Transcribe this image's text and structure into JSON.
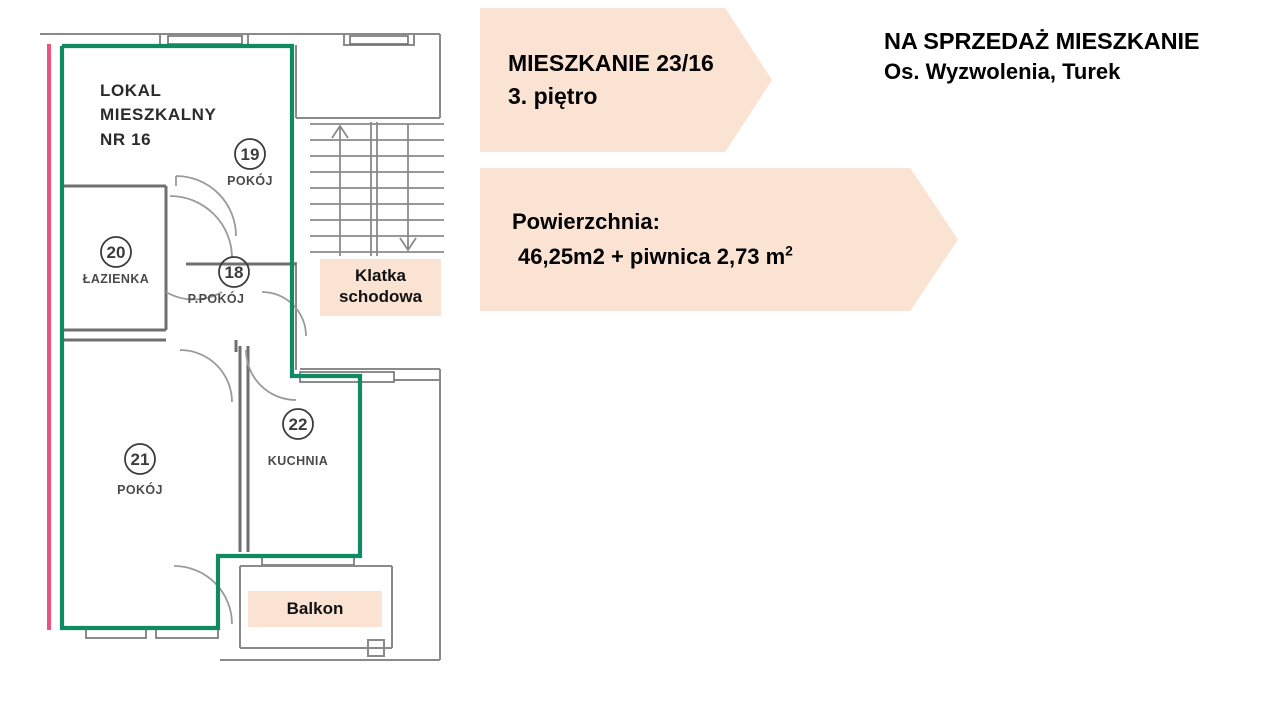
{
  "headline": {
    "title": "NA SPRZEDAŻ MIESZKANIE",
    "subtitle": "Os. Wyzwolenia, Turek"
  },
  "banners": {
    "unit": {
      "line1": "MIESZKANIE 23/16",
      "line2": "3. piętro"
    },
    "area": {
      "label": "Powierzchnia:",
      "value": "46,25m2 + piwnica 2,73 m",
      "value_superscript": "2"
    }
  },
  "plan": {
    "title_line1": "LOKAL",
    "title_line2": "MIESZKALNY",
    "title_line3": "NR 16",
    "tags": {
      "stairwell": "Klatka\nschodowa",
      "balcony": "Balkon"
    },
    "rooms": [
      {
        "number": "19",
        "name": "POKÓJ"
      },
      {
        "number": "20",
        "name": "ŁAZIENKA"
      },
      {
        "number": "18",
        "name": "P.POKÓJ"
      },
      {
        "number": "21",
        "name": "POKÓJ"
      },
      {
        "number": "22",
        "name": "KUCHNIA"
      }
    ]
  },
  "colors": {
    "banner_fill": "#fbe3d3",
    "unit_outline": "#0f8a62",
    "boundary_line": "#f0507e",
    "wall_line": "#7a7a7a",
    "text": "#000000"
  }
}
